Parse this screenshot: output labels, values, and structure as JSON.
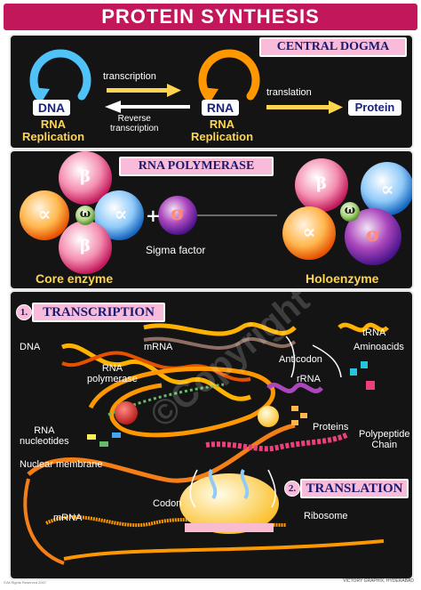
{
  "title": "PROTEIN SYNTHESIS",
  "central_dogma": {
    "header": "CENTRAL DOGMA",
    "dna": "DNA",
    "rna": "RNA",
    "protein": "Protein",
    "transcription": "transcription",
    "reverse_transcription": "Reverse\ntranscription",
    "translation": "translation",
    "dna_replication": "RNA\nReplication",
    "rna_replication": "RNA\nReplication"
  },
  "rna_polymerase": {
    "header": "RNA POLYMERASE",
    "core_enzyme": "Core enzyme",
    "holoenzyme": "Holoenzyme",
    "sigma_factor": "Sigma factor",
    "plus": "+",
    "beta": "β",
    "alpha": "∝",
    "omega": "ω",
    "sigma": "σ"
  },
  "transcription_panel": {
    "badge1": "1.",
    "header1": "TRANSCRIPTION",
    "badge2": "2.",
    "header2": "TRANSLATION",
    "labels": {
      "dna": "DNA",
      "mrna_top": "mRNA",
      "rna_polymerase": "RNA\npolymerase",
      "rna_nucleotides": "RNA\nnucleotides",
      "nuclear_membrane": "Nuclear membrane",
      "mrna_bottom": "mRNA",
      "anticodon": "Anticodon",
      "trna": "tRNA",
      "aminoacids": "Aminoacids",
      "rrna": "rRNA",
      "proteins": "Proteins",
      "polypeptide_chain": "Polypeptide\nChain",
      "codon": "Codon",
      "ribosome": "Ribosome"
    }
  },
  "watermark": "©Copyright",
  "footer_left": "©All Rights Reserved 2007",
  "footer_right": "VICTORY GRAPHIX, HYDERABAD",
  "colors": {
    "title_bg": "#c2185b",
    "panel_bg": "#141414",
    "header_bg": "#f8bbd9",
    "label_yellow": "#ffd54f",
    "dna_arrow": "#4fc3f7",
    "rna_arrow": "#ff9800"
  }
}
